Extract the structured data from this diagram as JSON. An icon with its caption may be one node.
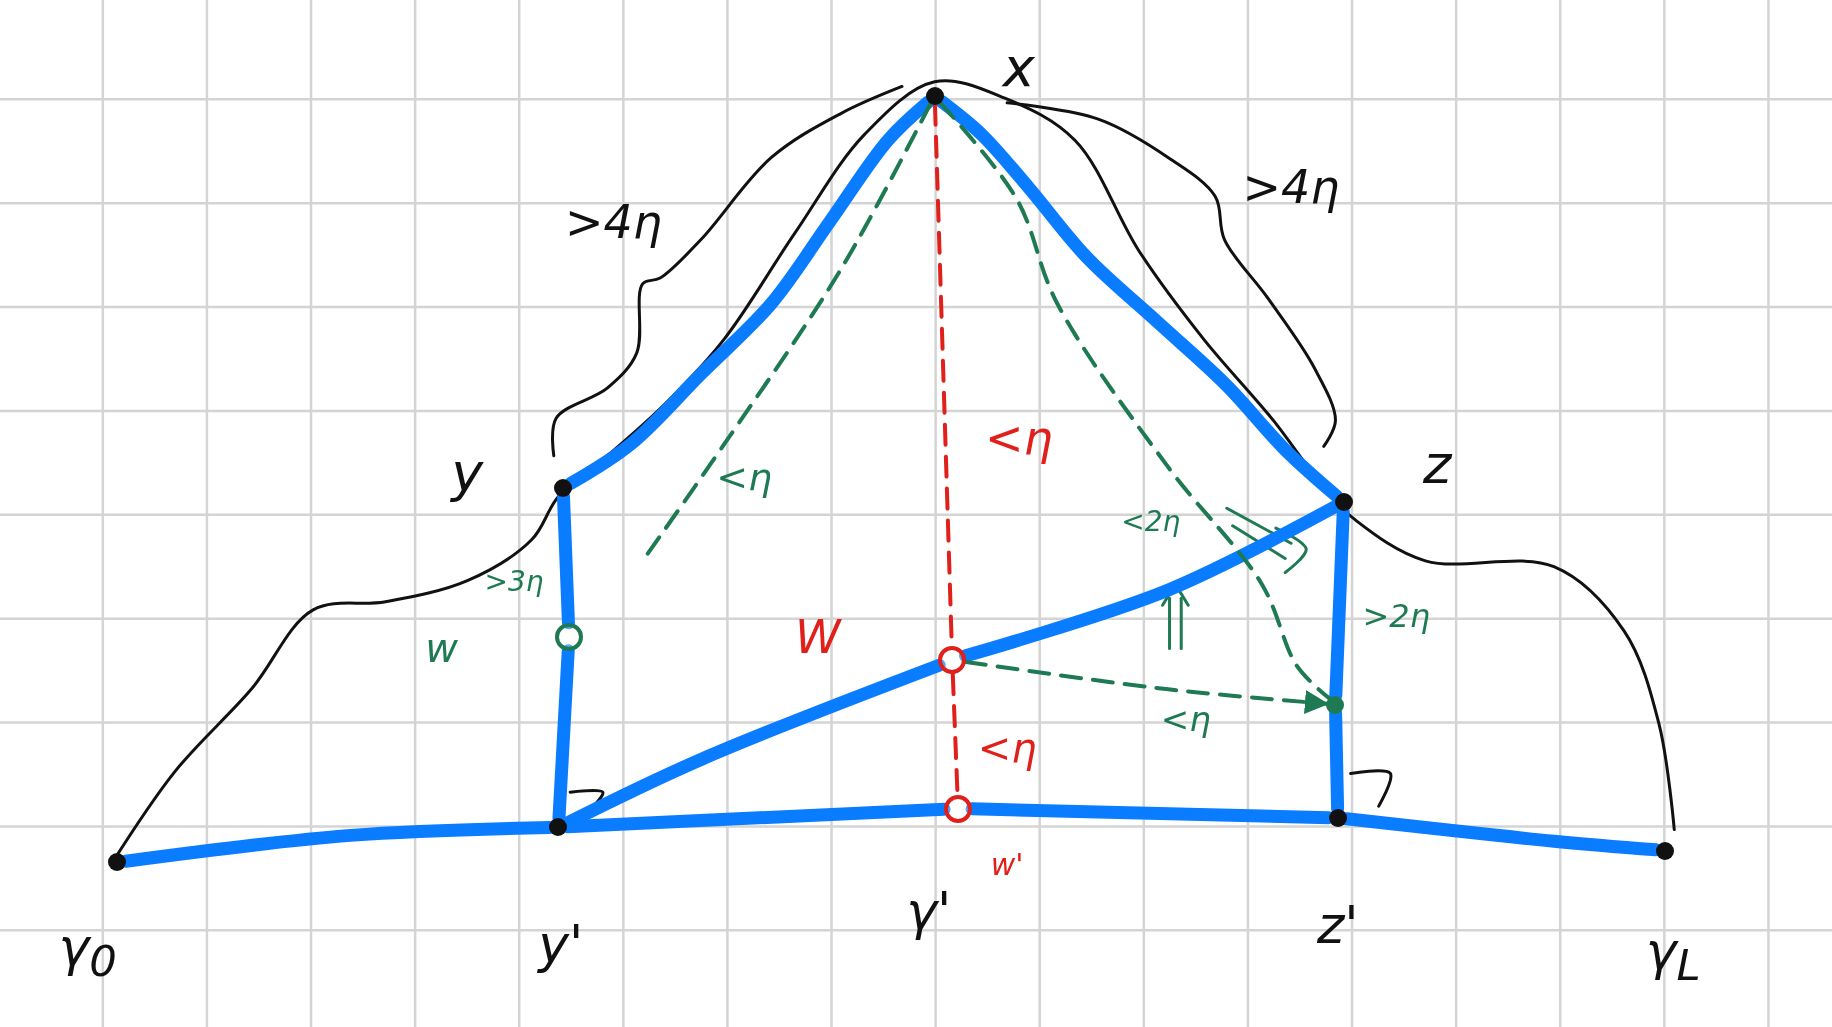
{
  "diagram": {
    "nodes": [
      {
        "text": [],
        "shape": "circle"
      },
      {
        "text": [],
        "shape": "circle"
      },
      {
        "text": [],
        "shape": "circle"
      },
      {
        "text": [],
        "shape": "circle"
      },
      {
        "text": [],
        "shape": "circle"
      },
      {
        "text": [],
        "shape": "circle"
      },
      {
        "text": [],
        "shape": "circle"
      },
      {
        "text": [],
        "shape": "circle"
      },
      {
        "text": [],
        "shape": "circle"
      },
      {
        "text": [],
        "shape": "circle"
      },
      {
        "text": [],
        "shape": "circle"
      }
    ],
    "edges": [
      {
        "from": 0,
        "to": 3,
        "arrow": "none"
      },
      {
        "from": 3,
        "to": 6,
        "arrow": "none"
      },
      {
        "from": 6,
        "to": 9,
        "arrow": "none"
      },
      {
        "from": 9,
        "to": 10,
        "arrow": "none"
      },
      {
        "from": 3,
        "to": 2,
        "arrow": "none"
      },
      {
        "from": 2,
        "to": 1,
        "arrow": "none"
      },
      {
        "from": 1,
        "to": 4,
        "arrow": "none"
      },
      {
        "from": 4,
        "to": 7,
        "arrow": "none"
      },
      {
        "from": 7,
        "to": 8,
        "arrow": "none"
      },
      {
        "from": 8,
        "to": 9,
        "arrow": "none"
      },
      {
        "from": 3,
        "to": 5,
        "arrow": "none"
      },
      {
        "from": 5,
        "to": 7,
        "arrow": "none"
      },
      {
        "from": 4,
        "to": 5,
        "arrow": "none",
        "style": "dashed",
        "color": "#e0201b"
      },
      {
        "from": 5,
        "to": 6,
        "arrow": "none",
        "style": "dashed",
        "color": "#e0201b"
      },
      {
        "from": 4,
        "to": null,
        "arrow": "none",
        "style": "dashed",
        "color": "#1e7a52"
      },
      {
        "from": 4,
        "to": 8,
        "arrow": "none",
        "style": "dashed",
        "color": "#1e7a52"
      },
      {
        "from": 5,
        "to": 8,
        "arrow": "to",
        "style": "dashed",
        "color": "#1e7a52"
      }
    ],
    "labels": [
      "x",
      ">4η",
      ">4η",
      "y",
      "<η",
      "<η",
      "z",
      "<2η",
      ">3η",
      "W",
      ">2η",
      "w",
      "<η",
      "<η",
      "w'",
      "γ$_{0}$",
      "y'",
      "γ'",
      "z'",
      "γ$_{L}$"
    ]
  }
}
